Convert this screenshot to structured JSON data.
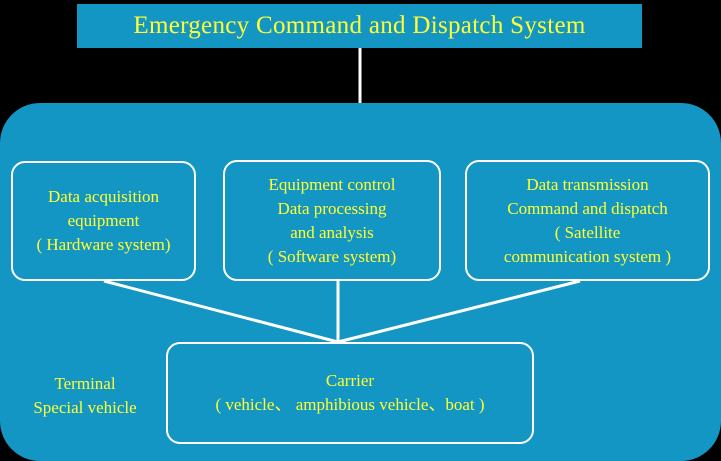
{
  "title": "Emergency Command and Dispatch System",
  "colors": {
    "background": "#000000",
    "panel": "#1496c4",
    "text": "#ffff33",
    "line": "#ffffff"
  },
  "hardware_box": {
    "lines": [
      "Data acquisition",
      "equipment",
      "( Hardware system)"
    ]
  },
  "software_box": {
    "lines": [
      "Equipment control",
      "Data processing",
      "and analysis",
      "( Software system)"
    ]
  },
  "transmission_box": {
    "lines": [
      "Data transmission",
      "Command and dispatch",
      "( Satellite",
      "communication system )"
    ]
  },
  "carrier_box": {
    "lines": [
      "Carrier",
      "( vehicle、 amphibious vehicle、boat )"
    ]
  },
  "terminal_label": {
    "lines": [
      "Terminal",
      "Special vehicle"
    ]
  }
}
